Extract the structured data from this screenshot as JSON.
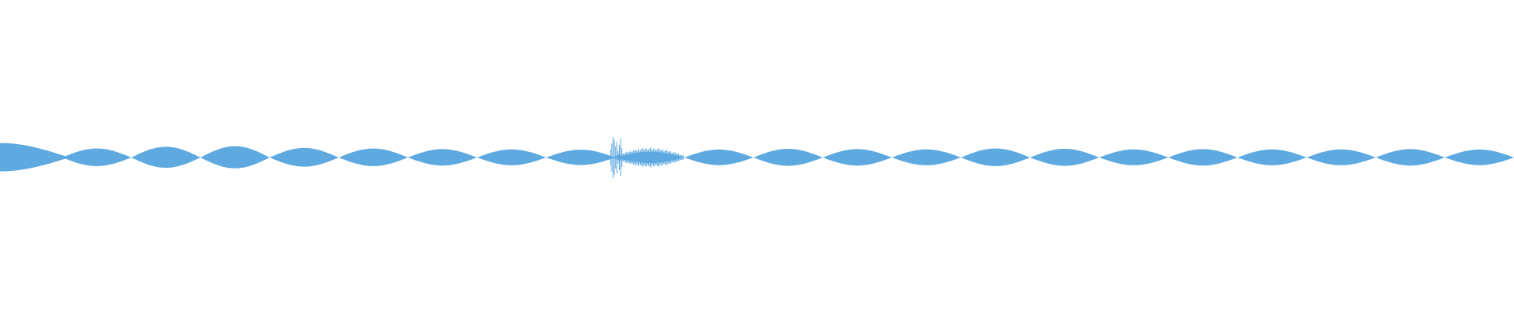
{
  "waveform": {
    "color": "#5DA9E0",
    "background": "#ffffff",
    "lobes": [
      {
        "peak": 1.0
      },
      {
        "peak": 0.62
      },
      {
        "peak": 0.74
      },
      {
        "peak": 0.78
      },
      {
        "peak": 0.66
      },
      {
        "peak": 0.62
      },
      {
        "peak": 0.58
      },
      {
        "peak": 0.56
      },
      {
        "peak": 0.54,
        "transient": true
      },
      {
        "peak": 0.4,
        "noisy": true
      },
      {
        "peak": 0.55
      },
      {
        "peak": 0.6
      },
      {
        "peak": 0.58
      },
      {
        "peak": 0.56
      },
      {
        "peak": 0.62
      },
      {
        "peak": 0.6
      },
      {
        "peak": 0.56
      },
      {
        "peak": 0.58
      },
      {
        "peak": 0.56
      },
      {
        "peak": 0.56
      },
      {
        "peak": 0.58
      },
      {
        "peak": 0.55
      }
    ]
  }
}
